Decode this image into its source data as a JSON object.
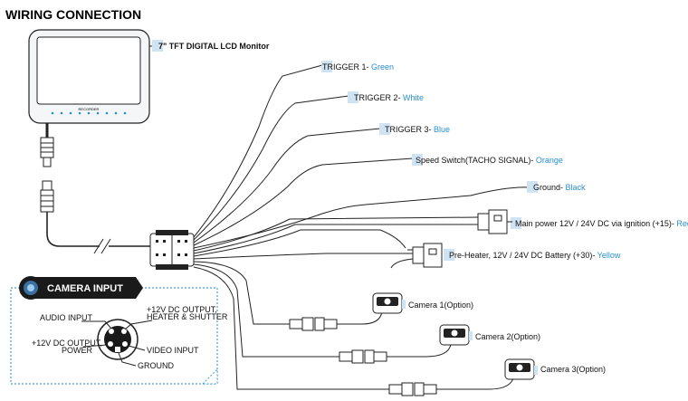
{
  "heading": "WIRING CONNECTION",
  "monitor": {
    "label": "7\" TFT DIGITAL LCD Monitor",
    "brand": "RECORDER"
  },
  "wires": [
    {
      "name": "TRIGGER 1- ",
      "color_word": "Green"
    },
    {
      "name": "TRIGGER 2- ",
      "color_word": "White"
    },
    {
      "name": "TRIGGER 3- ",
      "color_word": "Blue"
    },
    {
      "name": "Speed Switch(TACHO SIGNAL)- ",
      "color_word": "Orange"
    },
    {
      "name": "Ground- ",
      "color_word": "Black"
    },
    {
      "name": "Main power 12V / 24V DC via ignition (+15)- ",
      "color_word": "Red"
    },
    {
      "name": "Pre-Heater, 12V / 24V DC Battery (+30)- ",
      "color_word": "Yellow"
    }
  ],
  "cameras": [
    {
      "label": "Camera 1(Option)"
    },
    {
      "label": "Camera 2(Option)"
    },
    {
      "label": "Camera 3(Option)"
    }
  ],
  "camera_input": {
    "title": "CAMERA INPUT",
    "pins": {
      "audio": "AUDIO INPUT",
      "dc_power_1": "+12V DC OUTPUT,",
      "dc_power_2": "POWER",
      "dc_heater_1": "+12V DC OUTPUT,",
      "dc_heater_2": "HEATER & SHUTTER",
      "video": "VIDEO INPUT",
      "ground": "GROUND"
    }
  },
  "colors": {
    "accent": "#2a8fd0",
    "tag_bg": "#cfe3f3",
    "frame_dash": "#4a9fd8"
  }
}
